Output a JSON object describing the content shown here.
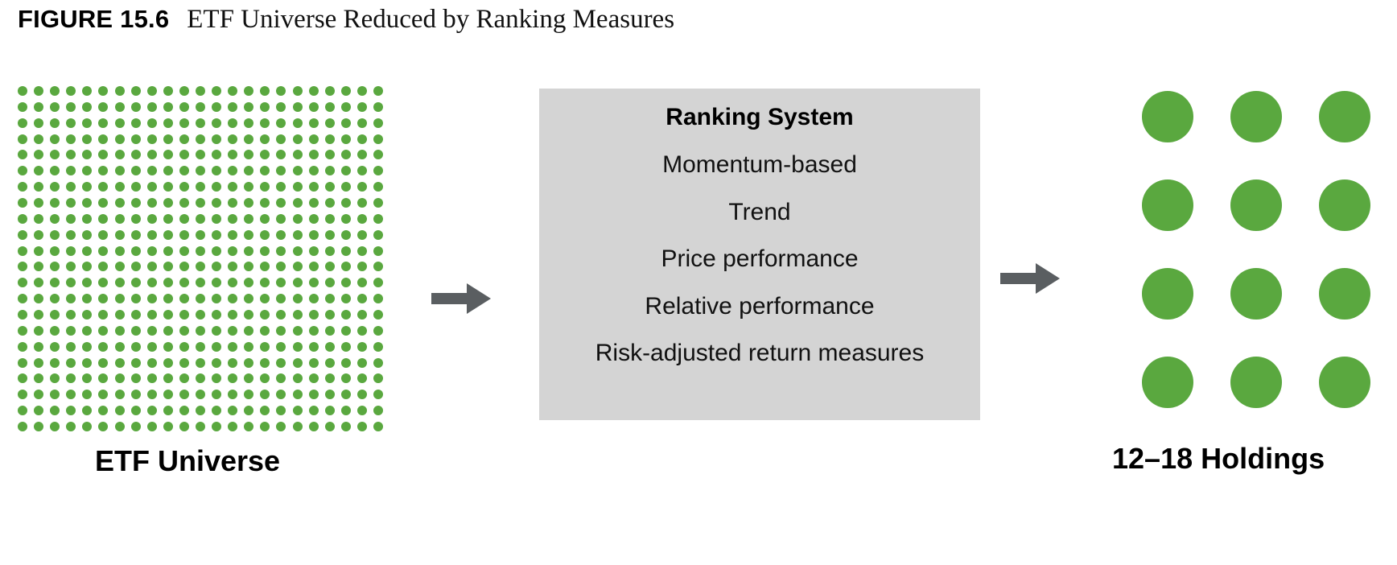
{
  "figure": {
    "number_label": "FIGURE 15.6",
    "title": "ETF Universe Reduced by Ranking Measures"
  },
  "left_stage": {
    "caption": "ETF Universe",
    "grid": {
      "columns": 23,
      "rows": 22,
      "dot_count": 506
    },
    "dot_color": "#5aa83f"
  },
  "arrows": {
    "first": {
      "name": "arrow-universe-to-ranking",
      "direction": "right",
      "color": "#5a5e61"
    },
    "second": {
      "name": "arrow-ranking-to-holdings",
      "direction": "right",
      "color": "#5a5e61"
    }
  },
  "ranking_panel": {
    "title": "Ranking System",
    "background_color": "#d4d4d4",
    "measures": [
      "Momentum-based",
      "Trend",
      "Price performance",
      "Relative performance",
      "Risk-adjusted return measures"
    ]
  },
  "right_stage": {
    "caption": "12–18 Holdings",
    "grid": {
      "columns": 3,
      "rows": 4,
      "circle_count": 12
    },
    "circle_color": "#5aa83f"
  }
}
